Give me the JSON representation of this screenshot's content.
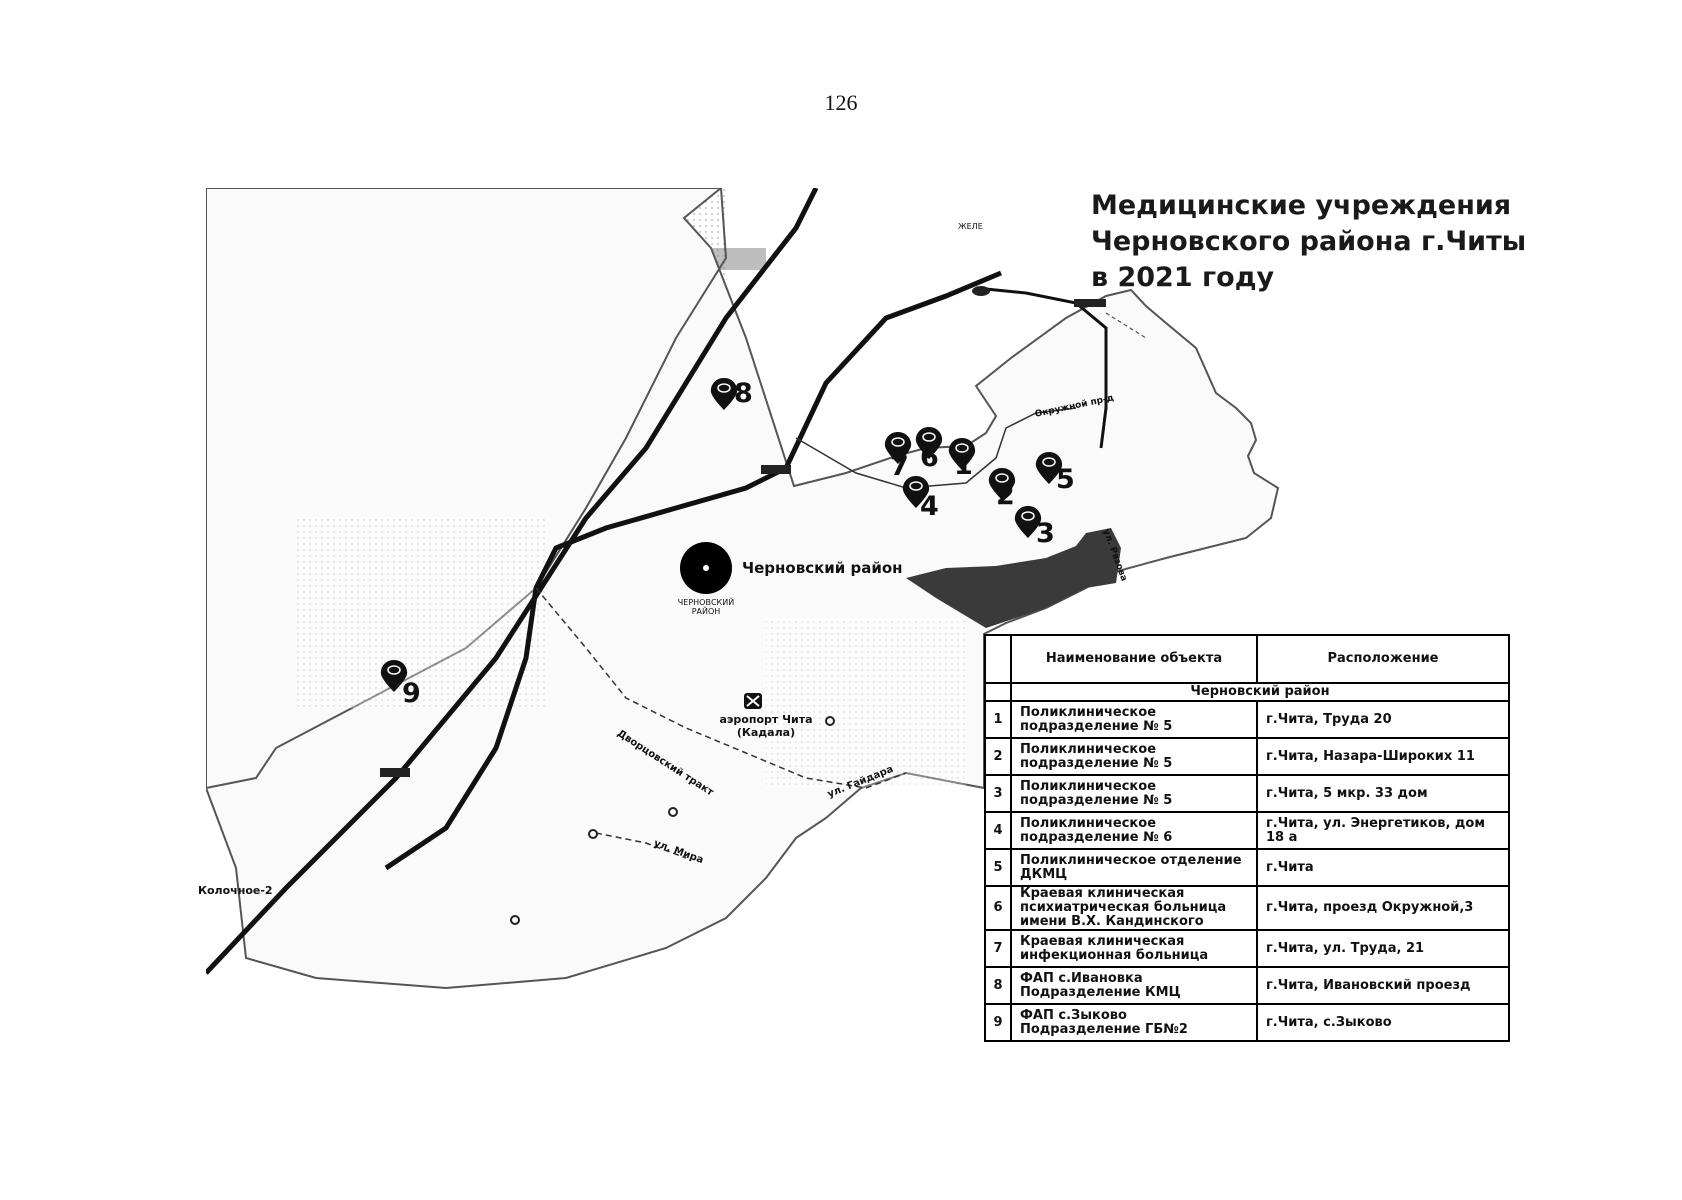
{
  "page": {
    "number": "126"
  },
  "map": {
    "title_lines": [
      "Медицинские учреждения",
      "Черновского района г.Читы",
      "в 2021 году"
    ],
    "district_label": "Черновский район",
    "district_caption": "ЧЕРНОВСКИЙ РАЙОН",
    "airport_label": "аэропорт Чита (Кадала)",
    "place_labels": {
      "kolochnoe": "Колочное-2",
      "top_right": "ЖЕЛЕ"
    },
    "street_labels": {
      "dvortsovskiy": "Дворцовский тракт",
      "gaidara": "ул. Гайдара",
      "mira": "ул. Мира",
      "rosova": "ул. Рязова",
      "okruzhnoy": "Окружной пр-д"
    },
    "pins": [
      {
        "id": "1",
        "label": "1"
      },
      {
        "id": "2",
        "label": "2"
      },
      {
        "id": "3",
        "label": "3"
      },
      {
        "id": "4",
        "label": "4"
      },
      {
        "id": "5",
        "label": "5"
      },
      {
        "id": "6",
        "label": "6"
      },
      {
        "id": "7",
        "label": "7"
      },
      {
        "id": "8",
        "label": "8"
      },
      {
        "id": "9",
        "label": "9"
      }
    ]
  },
  "legend": {
    "headers": {
      "num": "",
      "name": "Наименование объекта",
      "location": "Расположение"
    },
    "section": "Черновский район",
    "rows": [
      {
        "num": "1",
        "name": "Поликлиническое подразделение № 5",
        "location": "г.Чита, Труда 20"
      },
      {
        "num": "2",
        "name": "Поликлиническое подразделение № 5",
        "location": "г.Чита, Назара-Широких 11"
      },
      {
        "num": "3",
        "name": "Поликлиническое подразделение № 5",
        "location": "г.Чита, 5 мкр. 33 дом"
      },
      {
        "num": "4",
        "name": "Поликлиническое подразделение № 6",
        "location": "г.Чита, ул. Энергетиков, дом 18 а"
      },
      {
        "num": "5",
        "name": "Поликлиническое отделение ДКМЦ",
        "location": "г.Чита"
      },
      {
        "num": "6",
        "name": "Краевая клиническая психиатрическая больница имени В.Х. Кандинского",
        "location": "г.Чита, проезд Окружной,3"
      },
      {
        "num": "7",
        "name": "Краевая клиническая инфекционная больница",
        "location": "г.Чита, ул. Труда, 21"
      },
      {
        "num": "8",
        "name": "ФАП с.Ивановка Подразделение КМЦ",
        "location": "г.Чита, Ивановский проезд"
      },
      {
        "num": "9",
        "name": "ФАП с.Зыково Подразделение ГБ№2",
        "location": "г.Чита, с.Зыково"
      }
    ]
  }
}
